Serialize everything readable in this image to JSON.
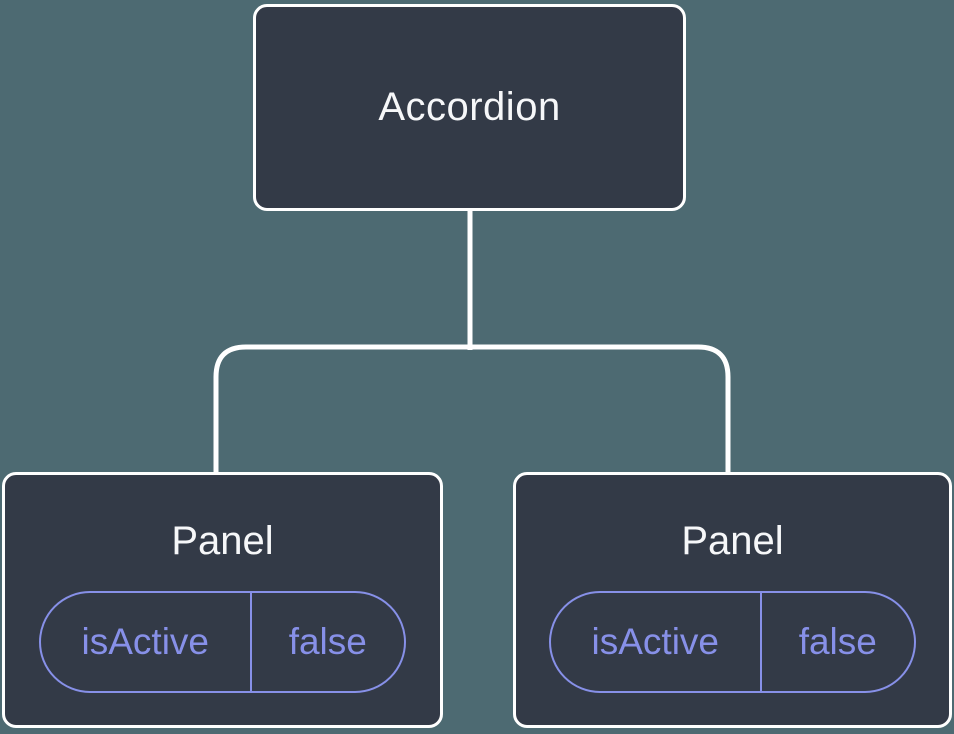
{
  "diagram": {
    "root": {
      "label": "Accordion"
    },
    "panels": [
      {
        "label": "Panel",
        "state": {
          "name": "isActive",
          "value": "false"
        }
      },
      {
        "label": "Panel",
        "state": {
          "name": "isActive",
          "value": "false"
        }
      }
    ]
  },
  "colors": {
    "background": "#4d6a72",
    "node-fill": "#333a47",
    "node-border": "#ffffff",
    "node-text": "#f6f7f9",
    "connector": "#ffffff",
    "state-accent": "#8790e8"
  }
}
